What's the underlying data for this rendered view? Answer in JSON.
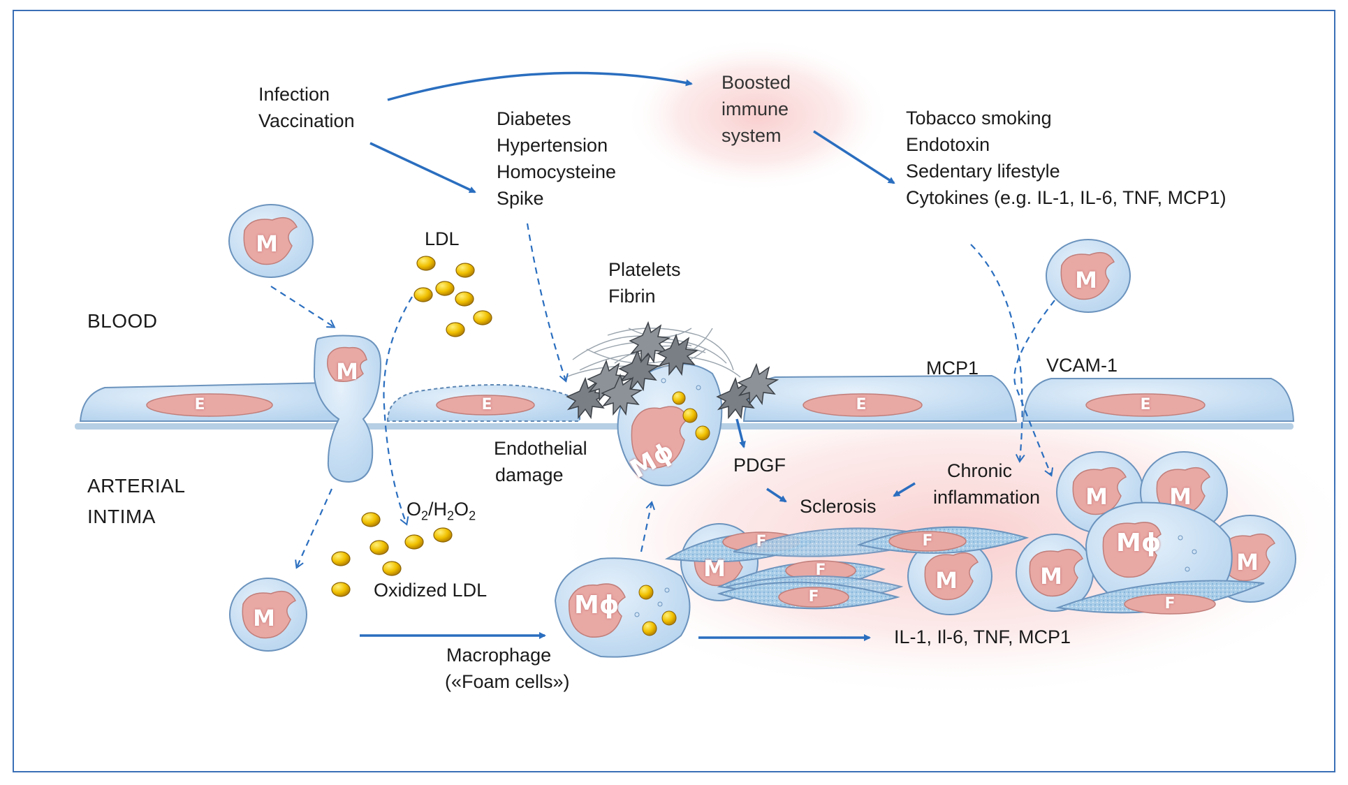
{
  "labels": {
    "infection_vaccination": [
      "Infection",
      "Vaccination"
    ],
    "boosted_immune_system": [
      "Boosted",
      "immune",
      "system"
    ],
    "risk_factors": [
      "Diabetes",
      "Hypertension",
      "Homocysteine",
      "Spike"
    ],
    "lifestyle_factors": [
      "Tobacco smoking",
      "Endotoxin",
      "Sedentary lifestyle",
      "Cytokines (e.g. IL-1, IL-6, TNF, MCP1)"
    ],
    "ldl": "LDL",
    "platelets_fibrin": [
      "Platelets",
      "Fibrin"
    ],
    "blood": "BLOOD",
    "arterial_intima": [
      "ARTERIAL",
      "INTIMA"
    ],
    "mcp1": "MCP1",
    "vcam1": "VCAM-1",
    "endothelial_damage": [
      "Endothelial",
      "damage"
    ],
    "pdgf": "PDGF",
    "chronic_inflammation": [
      "Chronic",
      "inflammation"
    ],
    "sclerosis": "Sclerosis",
    "o2_h2o2": {
      "o": "O",
      "o_sub": "2",
      "sep": "/H",
      "h_sub": "2",
      "o2": "O",
      "o2_sub": "2"
    },
    "oxidized_ldl": "Oxidized LDL",
    "macrophage_foam_cells": [
      "Macrophage",
      "(«Foam cells»)"
    ],
    "cytokine_output": "IL-1, Il-6, TNF, MCP1"
  },
  "cell_captions": {
    "monocyte": "M",
    "macrophage": "Mϕ",
    "endothelial": "E",
    "fibroblast": "F"
  },
  "colors": {
    "arrow": "#2a6ebf",
    "frame": "#3a6fb6",
    "cell_fill": "#cfe3f4",
    "nucleus": "#e8a8a4",
    "ldl_particle": "#e8b400",
    "inflammation_glow": "#f6b3b3"
  }
}
